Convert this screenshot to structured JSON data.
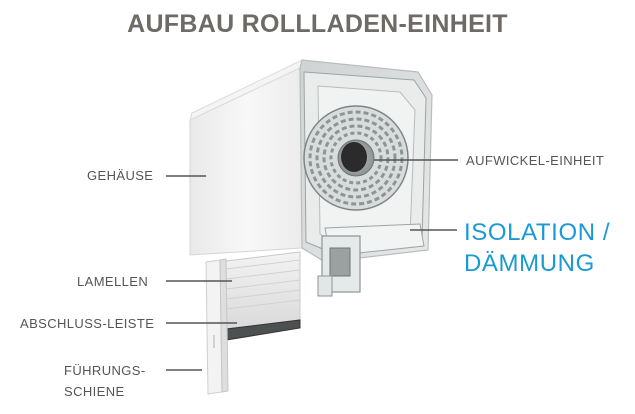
{
  "title": "AUFBAU ROLLLADEN-EINHEIT",
  "labels": {
    "gehaeuse": "GEHÄUSE",
    "lamellen": "LAMELLEN",
    "abschlussleiste": "ABSCHLUSS-LEISTE",
    "fuehrungsschiene_line1": "FÜHRUNGS-",
    "fuehrungsschiene_line2": "SCHIENE",
    "aufwickel": "AUFWICKEL-EINHEIT",
    "isolation_line1": "ISOLATION /",
    "isolation_line2": "DÄMMUNG"
  },
  "colors": {
    "title": "#6e6a66",
    "label": "#555555",
    "highlight": "#1a9ad4",
    "leader": "#555555"
  }
}
